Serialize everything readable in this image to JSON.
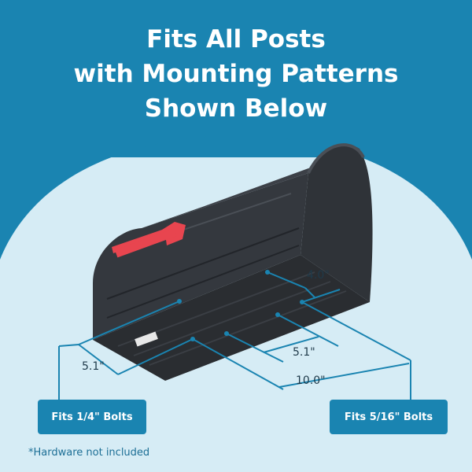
{
  "headline": {
    "line1": "Fits All Posts",
    "line2": "with Mounting Patterns",
    "line3": "Shown Below"
  },
  "dimensions": {
    "height_small": "4.0\"",
    "width_center": "5.1\"",
    "width_left": "5.1\"",
    "length": "10.0\""
  },
  "bolts": {
    "left_label": "Fits 1/4\" Bolts",
    "right_label": "Fits 5/16\" Bolts"
  },
  "footnote": "*Hardware not included",
  "colors": {
    "background_light": "#d6ecf5",
    "blue_arc": "#1a84b1",
    "mailbox_body": "#2b2e33",
    "flag": "#e8454f",
    "text_dark": "#1f3a4a"
  }
}
